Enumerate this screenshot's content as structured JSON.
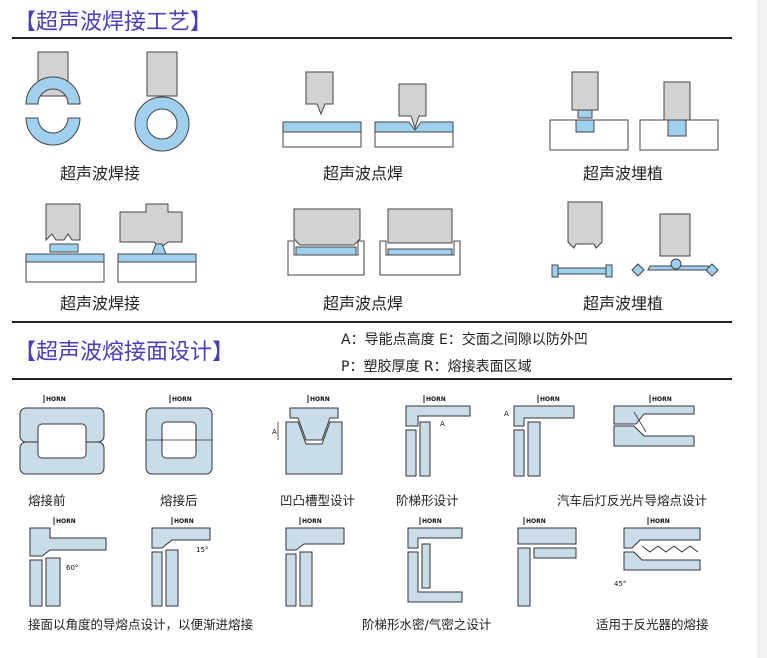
{
  "section1": {
    "title": "【超声波焊接工艺】",
    "captions": {
      "row1": [
        "超声波焊接",
        "超声波点焊",
        "超声波埋植"
      ],
      "row2": [
        "超声波焊接",
        "超声波点焊",
        "超声波埋植"
      ]
    }
  },
  "section2": {
    "title": "【超声波熔接面设计】",
    "legend": {
      "line1": "A：导能点高度  E：交面之间隙以防外凹",
      "line2": "P：塑胶厚度     R：熔接表面区域"
    },
    "captions": {
      "row1": [
        "熔接前",
        "熔接后",
        "凹凸槽型设计",
        "阶梯形设计",
        "汽车后灯反光片导熔点设计"
      ],
      "row2": [
        "接面以角度的导熔点设计，以便渐进熔接",
        "阶梯形水密/气密之设计",
        "适用于反光器的熔接"
      ]
    },
    "horn_label": "HORN",
    "angle_labels": [
      "60°",
      "15°",
      "45°"
    ],
    "letter_labels": [
      "A",
      "A"
    ]
  },
  "colors": {
    "accent": "#4a3fb8",
    "part_blue": "#9fd0ee",
    "horn_gray": "#d2d2d2",
    "diagram_fill": "#c9dde8"
  }
}
